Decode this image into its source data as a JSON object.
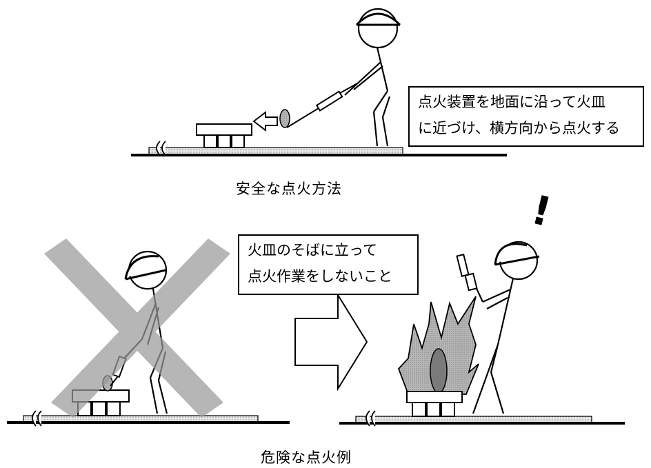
{
  "safe_section": {
    "note_lines": [
      "点火装置を地面に沿って火皿",
      "に近づけ、横方向から点火する"
    ],
    "caption": "安全な点火方法"
  },
  "danger_section": {
    "note_lines": [
      "火皿のそばに立って",
      "点火作業をしないこと"
    ],
    "exclamation": "!",
    "caption": "危険な点火例"
  },
  "colors": {
    "ink": "#000000",
    "cross_gray": "#9a9a9a",
    "flame_gray": "#b9b9b9",
    "inner_flame": "#7a7a7a",
    "ground_dots": "#e6e6e6"
  }
}
